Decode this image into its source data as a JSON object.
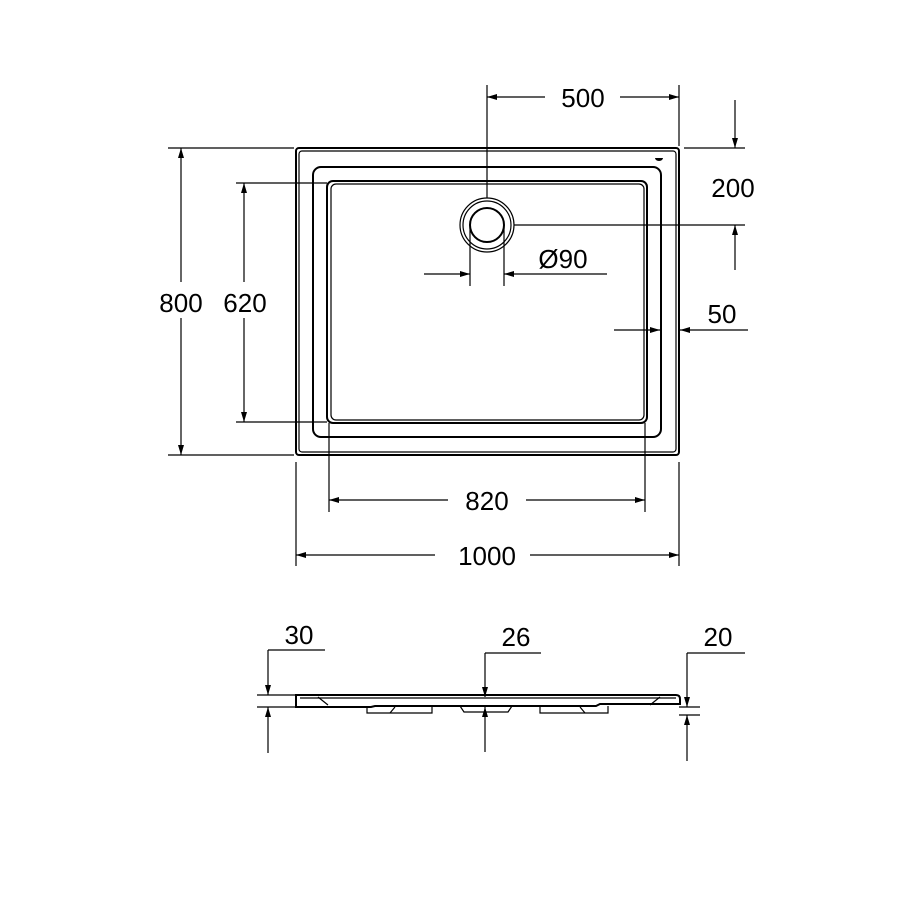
{
  "drawing": {
    "top_view": {
      "width_total": "1000",
      "width_inner": "820",
      "depth_total": "800",
      "depth_inner": "620",
      "drain_offset_x": "500",
      "drain_offset_y": "200",
      "drain_diameter": "Ø90",
      "rim_width": "50"
    },
    "side_view": {
      "height_edge": "30",
      "height_drain": "26",
      "height_right": "20"
    }
  }
}
